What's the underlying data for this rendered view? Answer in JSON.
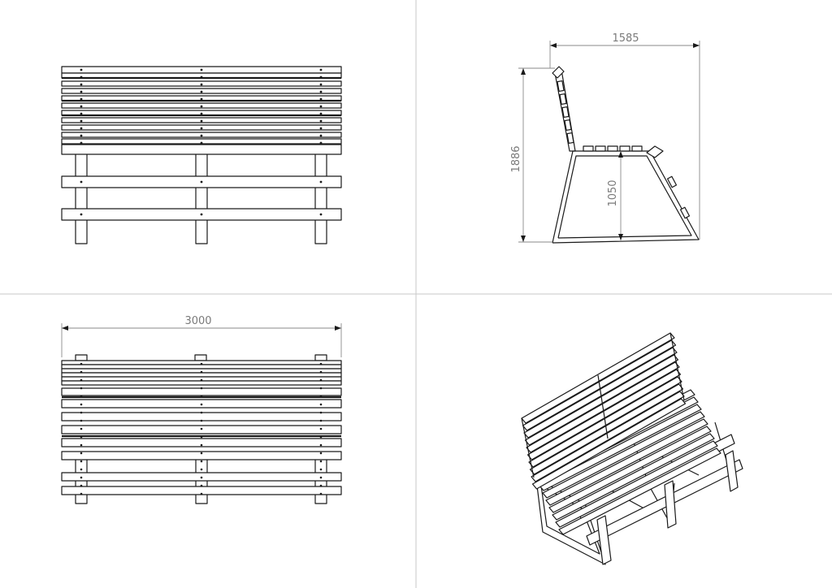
{
  "views": {
    "front": {
      "name": "front-view"
    },
    "side": {
      "name": "side-view"
    },
    "top": {
      "name": "top-view"
    },
    "iso": {
      "name": "isometric-view"
    }
  },
  "dimensions": {
    "length": "1585",
    "height": "1886",
    "seat_height": "1050",
    "width": "3000"
  },
  "colors": {
    "line": "#1a1a1a",
    "dimension": "#8a8a8a",
    "divider": "#c8c8c8",
    "background": "#ffffff"
  }
}
